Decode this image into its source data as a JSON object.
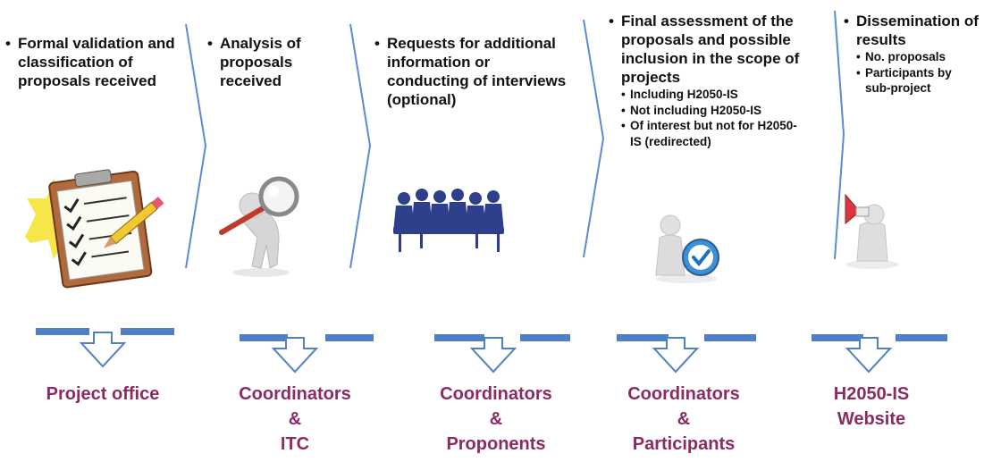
{
  "steps": [
    {
      "text": "Formal validation and classification of proposals received",
      "subitems": [],
      "actor": [
        "Project office"
      ],
      "icon": "clipboard-checklist-icon"
    },
    {
      "text": "Analysis of proposals received",
      "subitems": [],
      "actor": [
        "Coordinators",
        "&",
        "ITC"
      ],
      "icon": "magnifying-glass-figure-icon"
    },
    {
      "text": "Requests for additional information or conducting of interviews (optional)",
      "subitems": [],
      "actor": [
        "Coordinators",
        "&",
        "Proponents"
      ],
      "icon": "meeting-silhouettes-icon"
    },
    {
      "text": "Final assessment of the proposals and possible inclusion in the scope of projects",
      "subitems": [
        "Including H2050-IS",
        "Not including H2050-IS",
        "Of interest but not for H2050-IS (redirected)"
      ],
      "actor": [
        "Coordinators",
        "&",
        "Participants"
      ],
      "icon": "figure-checkmark-icon"
    },
    {
      "text": "Dissemination of results",
      "subitems": [
        "No. proposals",
        "Participants by sub-project"
      ],
      "actor": [
        "H2050-IS",
        "Website"
      ],
      "icon": "figure-megaphone-icon"
    }
  ],
  "colors": {
    "accent": "#8b2b64",
    "arrow": "#4f7fc4",
    "text": "#111111"
  }
}
